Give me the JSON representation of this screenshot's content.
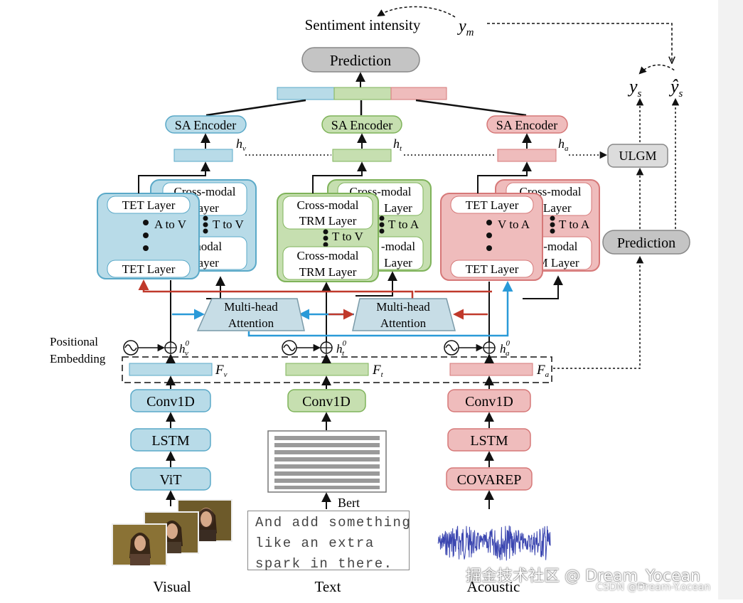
{
  "output": {
    "title": "Sentiment intensity",
    "ym_label": "y",
    "ym_sub": "m",
    "prediction": "Prediction"
  },
  "encoders": {
    "visual": "SA Encoder",
    "text": "SA Encoder",
    "acoustic": "SA Encoder"
  },
  "hidden_labels": {
    "visual_h": "h",
    "visual_sub": "v",
    "text_h": "h",
    "text_sub": "t",
    "acoustic_h": "h",
    "acoustic_sub": "a"
  },
  "ulgm": {
    "name": "ULGM",
    "prediction": "Prediction",
    "ys_label": "y",
    "ys_sub": "s",
    "yhat_label": "ŷ",
    "yhat_sub": "s"
  },
  "visual_block": {
    "front_top": "TET Layer",
    "front_bottom": "TET Layer",
    "front_mid": "A to V",
    "back_top_line1": "Cross-modal",
    "back_top_line2": "Layer",
    "back_mid": "T to V",
    "back_bottom_line1": "-modal",
    "back_bottom_line2": "Layer"
  },
  "text_block": {
    "front_top_line1": "Cross-modal",
    "front_top_line2": "TRM Layer",
    "front_bottom_line1": "Cross-modal",
    "front_bottom_line2": "TRM Layer",
    "front_mid": "T to V",
    "back_top_line1": "Cross-modal",
    "back_top_line2": "Layer",
    "back_mid": "T to A",
    "back_bottom_line1": "-modal",
    "back_bottom_line2": "Layer"
  },
  "acoustic_block": {
    "front_top": "TET Layer",
    "front_bottom": "TET Layer",
    "front_mid": "V to A",
    "back_top_line1": "Cross-modal",
    "back_top_line2": "M Layer",
    "back_mid": "T to A",
    "back_bottom_line1": "s-modal",
    "back_bottom_line2": "M Layer"
  },
  "attention": {
    "left_line1": "Multi-head",
    "left_line2": "Attention",
    "right_line1": "Multi-head",
    "right_line2": "Attention"
  },
  "positional": {
    "line1": "Positional",
    "line2": "Embedding"
  },
  "init_labels": {
    "visual_h": "h",
    "visual_sub": "v",
    "text_h": "h",
    "text_sub": "t",
    "acoustic_h": "h",
    "acoustic_sub": "a",
    "sup": "0"
  },
  "features": {
    "visual_F": "F",
    "visual_sub": "v",
    "text_F": "F",
    "text_sub": "t",
    "acoustic_F": "F",
    "acoustic_sub": "a"
  },
  "visual_stack": [
    "Conv1D",
    "LSTM",
    "ViT"
  ],
  "text_stack": [
    "Conv1D"
  ],
  "acoustic_stack": [
    "Conv1D",
    "LSTM",
    "COVAREP"
  ],
  "bert_label": "Bert",
  "sample_text": [
    "And add something",
    "like an extra",
    "spark in there."
  ],
  "modalities": {
    "visual": "Visual",
    "text": "Text",
    "acoustic": "Acoustic"
  },
  "watermark": {
    "main": "掘金技术社区 @ Dream_Yocean",
    "sub": "CSDN @Dream-Y.ocean"
  },
  "colors": {
    "visual_fill": "#b8dbe8",
    "visual_stroke": "#5aa9c8",
    "text_fill": "#c6dfb0",
    "text_stroke": "#7fb35a",
    "acoustic_fill": "#efbcbc",
    "acoustic_stroke": "#d67878",
    "blue_arrow": "#2a9ad8",
    "red_arrow": "#c0392b",
    "gray_fill": "#cfcfcf"
  }
}
